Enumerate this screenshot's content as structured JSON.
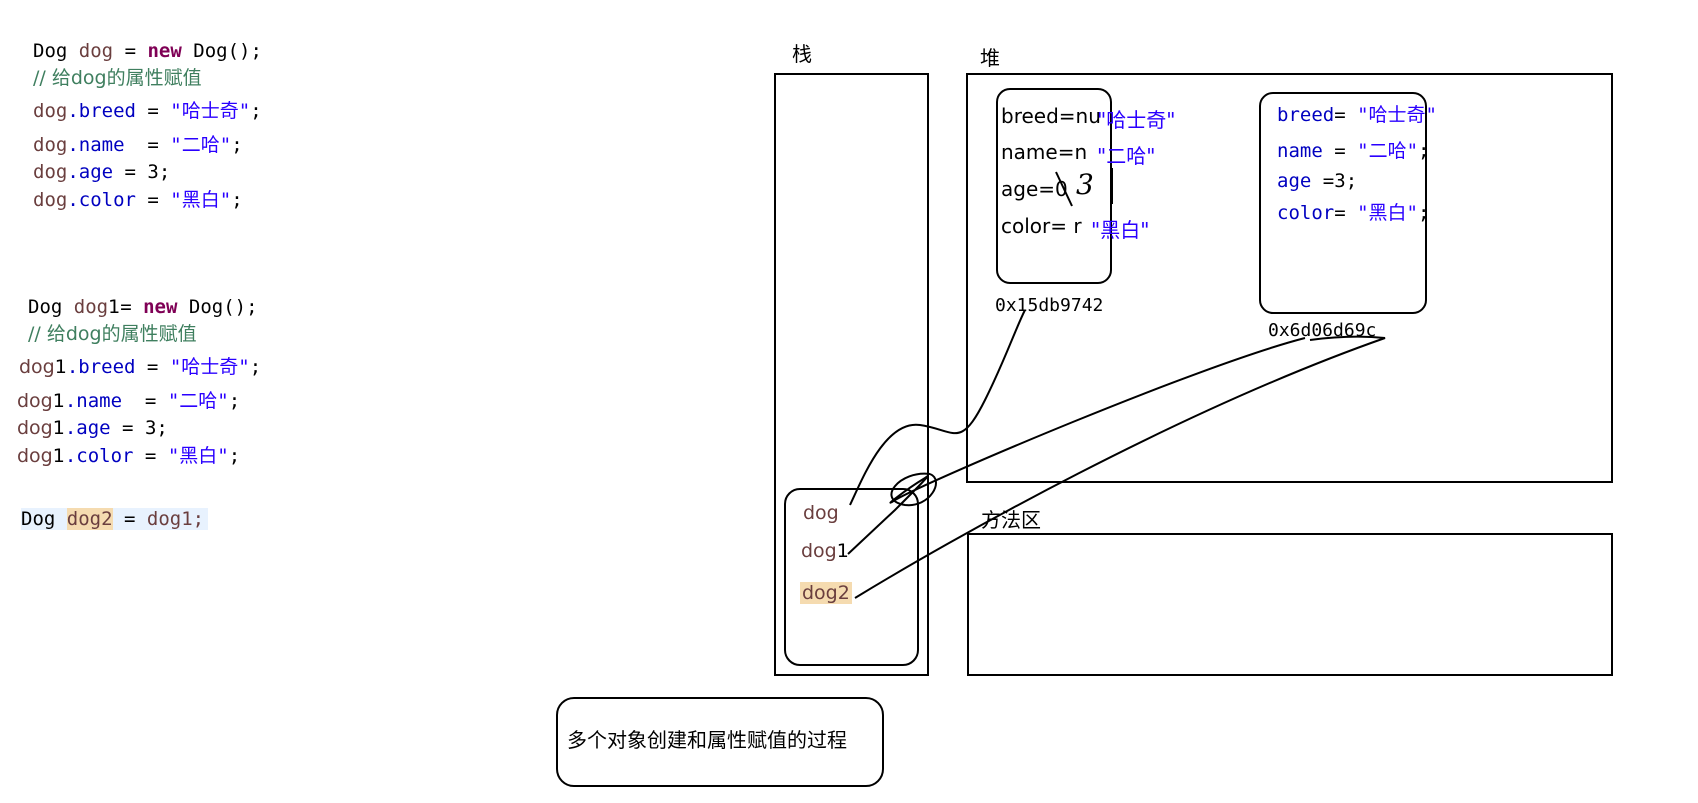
{
  "code1": {
    "line1": {
      "type": "Dog",
      "var": "dog",
      "eq": "=",
      "kw": "new",
      "ctor": "Dog();"
    },
    "comment": "// 给dog的属性赋值",
    "line_breed": {
      "var": "dog",
      "field": ".breed",
      "val": "\"哈士奇\"",
      "end": ";"
    },
    "line_name": {
      "var": "dog",
      "field": ".name",
      "val": "\"二哈\"",
      "end": ";"
    },
    "line_age": {
      "var": "dog",
      "field": ".age",
      "val": "3",
      "end": ";"
    },
    "line_color": {
      "var": "dog",
      "field": ".color",
      "val": "\"黑白\"",
      "end": ";"
    }
  },
  "code2": {
    "line1": {
      "type": "Dog",
      "var": "dog",
      "suffix": "1",
      "eq": "=",
      "kw": "new",
      "ctor": "Dog();"
    },
    "comment": "// 给dog的属性赋值",
    "line_breed": {
      "var": "dog",
      "suffix": "1",
      "field": ".breed",
      "val": "\"哈士奇\"",
      "end": ";"
    },
    "line_name": {
      "var": "dog",
      "suffix": "1",
      "field": ".name",
      "val": "\"二哈\"",
      "end": ";"
    },
    "line_age": {
      "var": "dog",
      "suffix": "1",
      "field": ".age",
      "val": "3",
      "end": ";"
    },
    "line_color": {
      "var": "dog",
      "suffix": "1",
      "field": ".color",
      "val": "\"黑白\"",
      "end": ";"
    }
  },
  "code3": {
    "type": "Dog",
    "var": "dog2",
    "eq": "=",
    "rhs": "dog1;"
  },
  "labels": {
    "stack": "栈",
    "heap": "堆",
    "method_area": "方法区",
    "caption": "多个对象创建和属性赋值的过程"
  },
  "stack_vars": {
    "dog": "dog",
    "dog1_base": "dog",
    "dog1_suffix": "1",
    "dog2": "dog2"
  },
  "object1": {
    "breed_default": "breed=nu",
    "breed_new": "\"哈士奇\"",
    "name_default": "name=n",
    "name_new": "\"二哈\"",
    "age_default": "age=0",
    "age_new": "3",
    "color_default": "color= r",
    "color_new": "\"黑白\"",
    "address": "0x15db9742"
  },
  "object2": {
    "breed_field": "breed",
    "breed_eq": "=",
    "breed_val": "\"哈士奇\"",
    "name_field": "name",
    "name_eq": "=",
    "name_val": "\"二哈\"",
    "name_end": ";",
    "age_field": "age",
    "age_eq": "=",
    "age_val": "3",
    "age_end": ";",
    "color_field": "color",
    "color_eq": "=",
    "color_val": "\"黑白\"",
    "color_end": ";",
    "address": "0x6d06d69c"
  }
}
